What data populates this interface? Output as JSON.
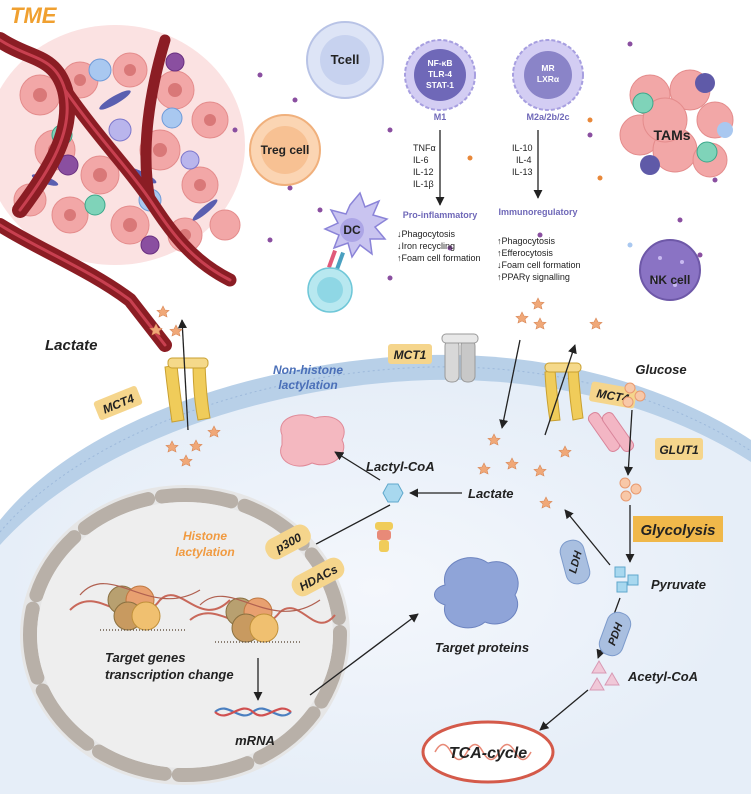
{
  "tme": {
    "title": "TME"
  },
  "cells": {
    "tcell": "Tcell",
    "treg": "Treg cell",
    "dc": "DC",
    "tams": "TAMs",
    "nk": "NK cell",
    "m1_markers": [
      "NF-κB",
      "TLR-4",
      "STAT-1"
    ],
    "m1_label": "M1",
    "m2_markers": [
      "MR",
      "LXRα"
    ],
    "m2_label": "M2a/2b/2c"
  },
  "m1": {
    "cytokines": [
      "TNFα",
      "IL-6",
      "IL-12",
      "IL-1β"
    ],
    "phenotype": "Pro-inflammatory",
    "effects": [
      "↓Phagocytosis",
      "↓Iron recycling",
      "↑Foam cell formation"
    ]
  },
  "m2": {
    "cytokines": [
      "IL-10",
      "IL-4",
      "IL-13"
    ],
    "phenotype": "Immunoregulatory",
    "effects": [
      "↑Phagocytosis",
      "↑Efferocytosis",
      "↓Foam cell formation",
      "↑PPARγ signalling"
    ]
  },
  "cell_interior": {
    "lactate_out": "Lactate",
    "mct4_left": "MCT4",
    "mct1": "MCT1",
    "mct4_right": "MCT4",
    "glucose": "Glucose",
    "glut1": "GLUT1",
    "glycolysis": "Glycolysis",
    "pyruvate": "Pyruvate",
    "ldh": "LDH",
    "pdh": "PDH",
    "acetyl_coa": "Acetyl-CoA",
    "tca": "TCA-cycle",
    "lactate_in": "Lactate",
    "lactyl_coa": "Lactyl-CoA",
    "non_histone": [
      "Non-histone",
      "lactylation"
    ],
    "histone": [
      "Histone",
      "lactylation"
    ],
    "p300": "p300",
    "hdacs": "HDACs",
    "target_genes": [
      "Target genes",
      "transcription change"
    ],
    "mrna": "mRNA",
    "target_proteins": "Target proteins"
  },
  "colors": {
    "tme_title": "#f0a030",
    "membrane": "#b8d0e8",
    "cytoplasm": "#eef3fa",
    "label_box": "#f5d58c",
    "enzyme_box": "#a9bfe0",
    "star": "#f0a878",
    "vessel": "#8b1d24"
  }
}
